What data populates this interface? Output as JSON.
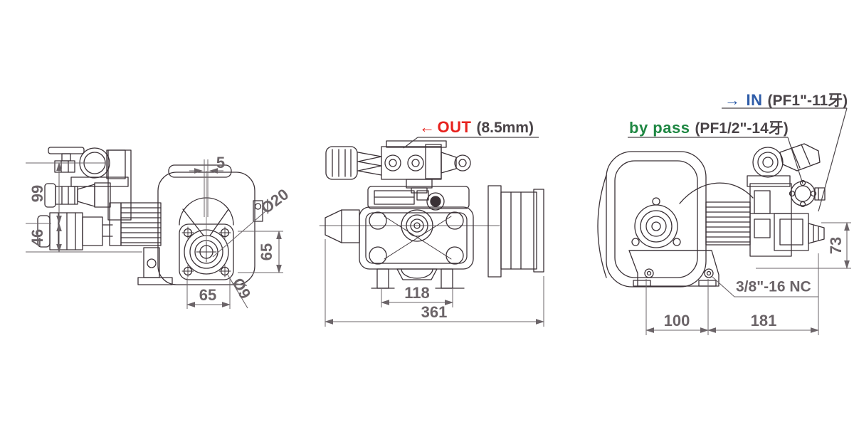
{
  "drawing": {
    "kind": "pump three-view technical drawing",
    "background": "#ffffff",
    "line_color": "#3a3136",
    "dimension_color": "#6b6468",
    "annotation_color": "#4a4448"
  },
  "ports": {
    "out": {
      "arrow": "←",
      "name": "OUT",
      "spec": "(8.5mm)",
      "color": "#e7211d"
    },
    "in": {
      "arrow": "→",
      "name": "IN",
      "spec": "(PF1\"-11牙)",
      "color": "#2e5ca8"
    },
    "bypass": {
      "name": "by pass",
      "spec": "(PF1/2\"-14牙)",
      "color": "#1e8742"
    }
  },
  "dimensions": {
    "left_view": {
      "height_upper": "99",
      "height_lower": "46",
      "shaft_offset": "5",
      "shaft_diameter": "Ø20",
      "bolt_spacing_vertical": "65",
      "bolt_spacing_horizontal": "65",
      "mount_hole_diameter": "Ø9"
    },
    "front_view": {
      "foot_spacing": "118",
      "overall_length": "361"
    },
    "side_view": {
      "port_height": "73",
      "base_span_left": "100",
      "base_span_right": "181",
      "mount_thread": "3/8\"-16 NC"
    }
  }
}
